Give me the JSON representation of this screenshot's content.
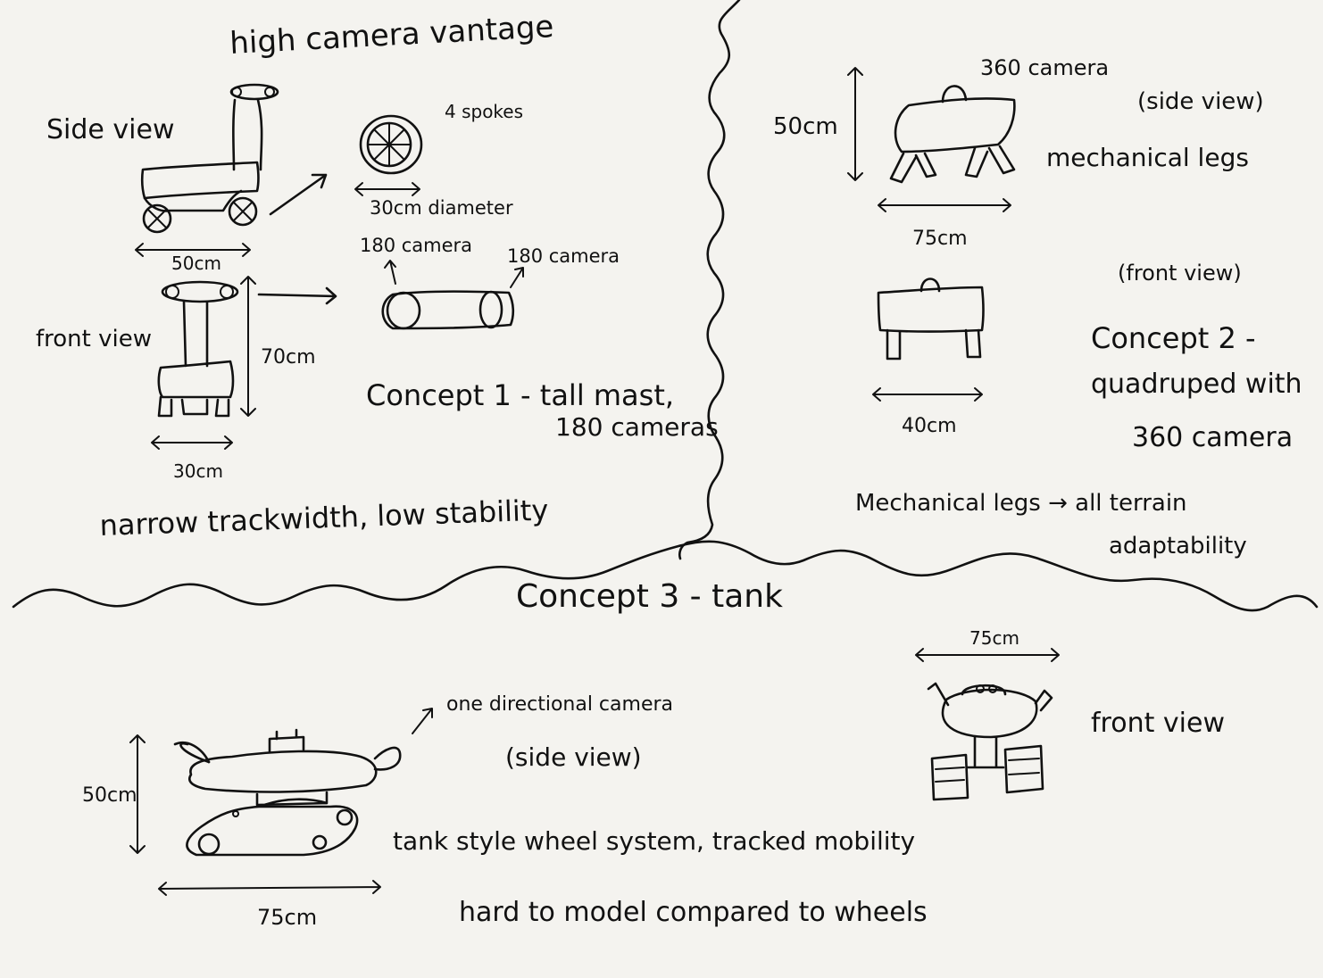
{
  "concept1": {
    "heading_vantage": "high camera vantage",
    "side_view_label": "Side view",
    "front_view_label": "front view",
    "spokes_label": "4 spokes",
    "wheel_diameter_label": "30cm diameter",
    "width_side_label": "50cm",
    "height_label": "70cm",
    "width_front_label": "30cm",
    "camera_left_label": "180 camera",
    "camera_right_label": "180 camera",
    "title_line1": "Concept 1 - tall mast,",
    "title_line2": "180 cameras",
    "note": "narrow trackwidth, low stability"
  },
  "concept2": {
    "camera_label": "360 camera",
    "side_view_label": "(side view)",
    "height_label": "50cm",
    "legs_label": "mechanical legs",
    "width_side_label": "75cm",
    "front_view_label": "(front view)",
    "width_front_label": "40cm",
    "title_line1": "Concept 2 -",
    "title_line2": "quadruped with",
    "title_line3": "360 camera",
    "note_line1": "Mechanical legs → all terrain",
    "note_line2": "adaptability"
  },
  "concept3": {
    "title": "Concept 3 - tank",
    "front_width_label": "75cm",
    "front_view_label": "front view",
    "camera_label": "one directional camera",
    "side_view_label": "(side view)",
    "height_label": "50cm",
    "width_label": "75cm",
    "note_line1": "tank style wheel system, tracked mobility",
    "note_line2": "hard to model compared to wheels"
  },
  "colors": {
    "ink": "#111111",
    "paper": "#f4f3ef"
  }
}
